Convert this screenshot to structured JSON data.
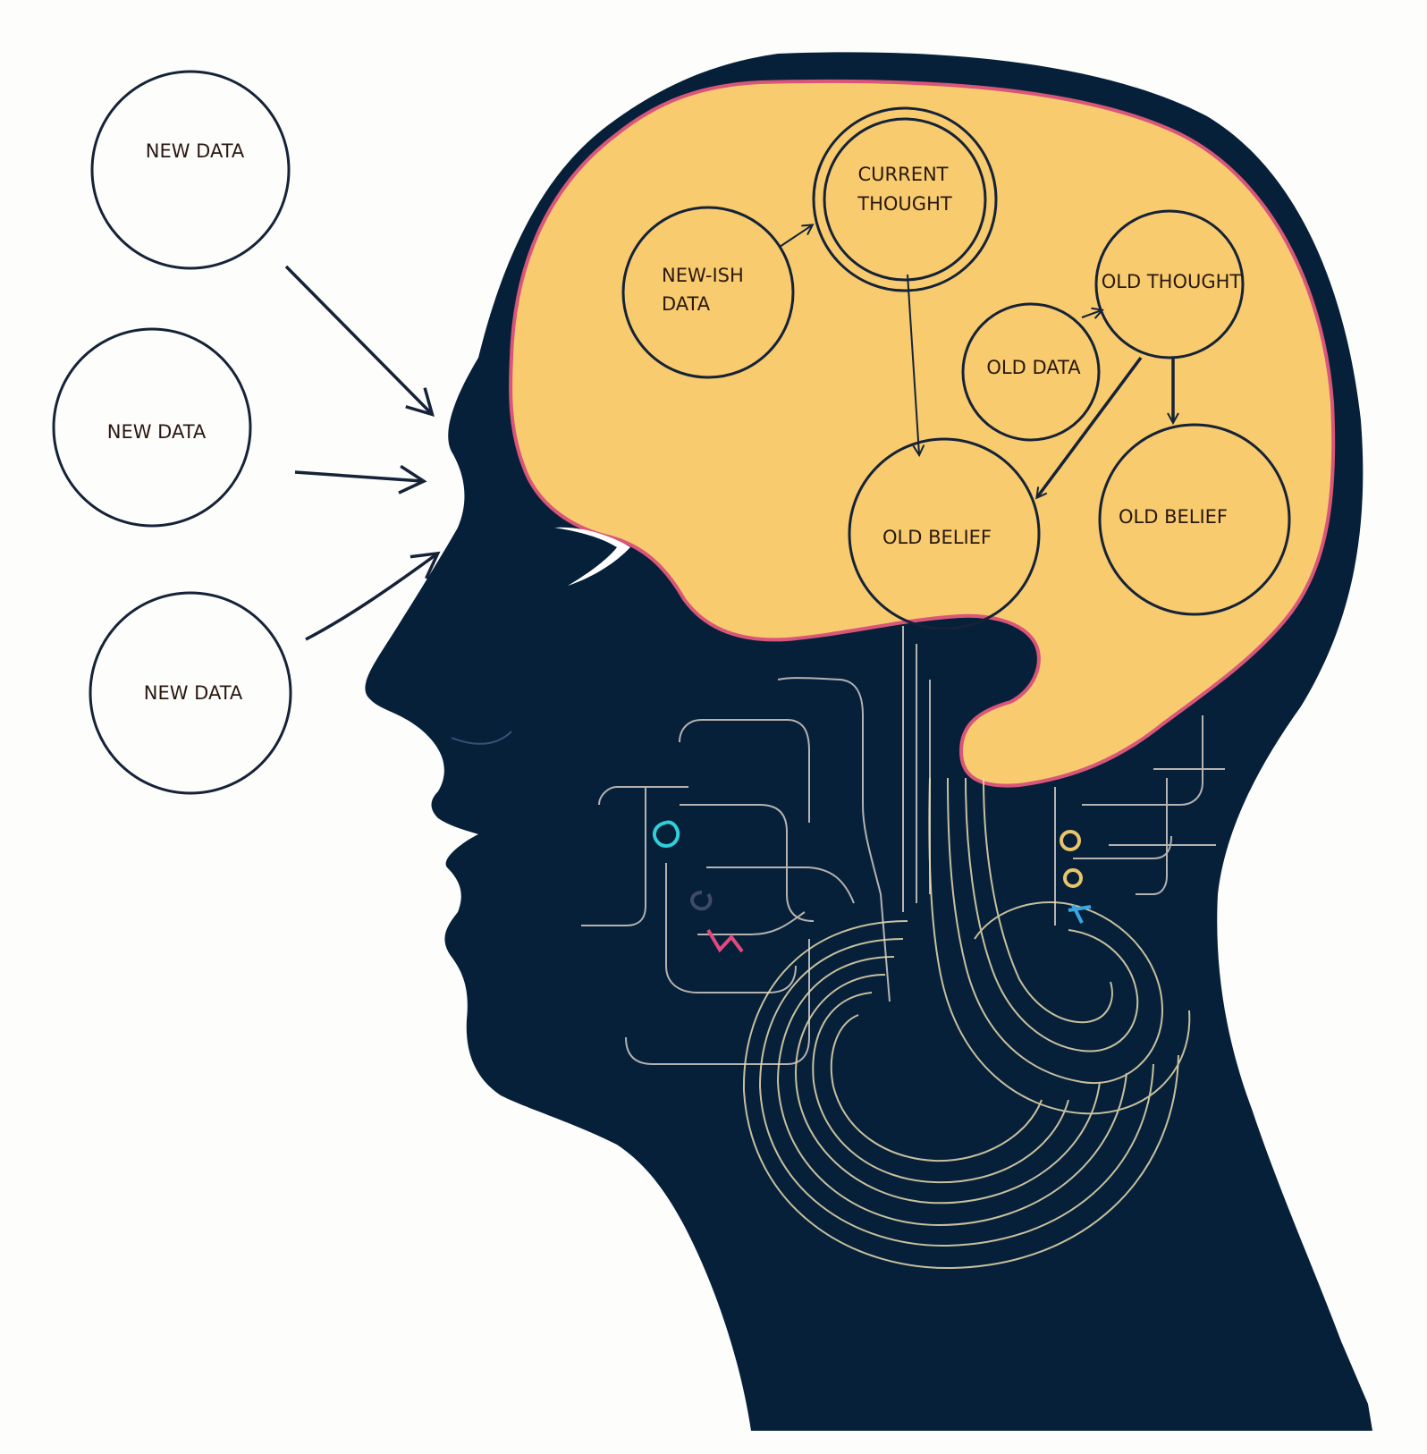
{
  "inputs": [
    {
      "label": "NEW DATA"
    },
    {
      "label": "NEW DATA"
    },
    {
      "label": "NEW DATA"
    }
  ],
  "nodes": {
    "current_thought": {
      "line1": "CURRENT",
      "line2": "THOUGHT"
    },
    "newish_data": {
      "line1": "NEW-ISH",
      "line2": "DATA"
    },
    "old_thought": {
      "label": "OLD THOUGHT"
    },
    "old_data": {
      "label": "OLD DATA"
    },
    "old_belief_left": {
      "label": "OLD BELIEF"
    },
    "old_belief_right": {
      "label": "OLD BELIEF"
    }
  },
  "edges": [
    {
      "from": "NEW DATA",
      "to": "head"
    },
    {
      "from": "NEW DATA",
      "to": "head"
    },
    {
      "from": "NEW DATA",
      "to": "head"
    },
    {
      "from": "NEW-ISH DATA",
      "to": "CURRENT THOUGHT"
    },
    {
      "from": "CURRENT THOUGHT",
      "to": "OLD BELIEF"
    },
    {
      "from": "OLD DATA",
      "to": "OLD THOUGHT"
    },
    {
      "from": "OLD THOUGHT",
      "to": "OLD BELIEF"
    },
    {
      "from": "OLD THOUGHT",
      "to": "OLD BELIEF"
    }
  ],
  "colors": {
    "head": "#06203a",
    "brain": "#f7cb6e",
    "brain_rim": "#d9567a",
    "outline": "#152238",
    "wires": "#c9c2bc",
    "wires_warm": "#e9dcae",
    "background": "#fdfdfb"
  }
}
